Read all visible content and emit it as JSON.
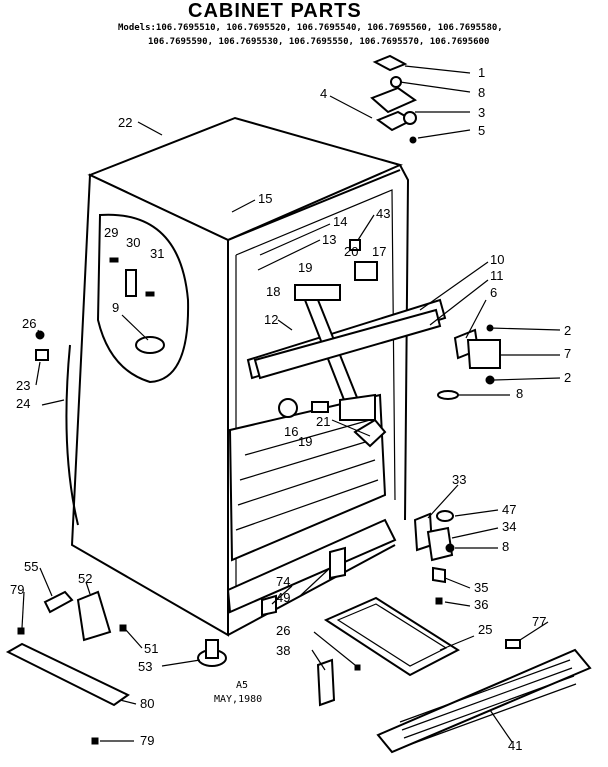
{
  "title": "CABINET PARTS",
  "models_line_1": "Models:106.7695510, 106.7695520, 106.7695540, 106.7695560, 106.7695580,",
  "models_line_2": "106.7695590, 106.7695530, 106.7695550, 106.7695570, 106.7695600",
  "part_numbers": [
    "1",
    "8",
    "3",
    "5",
    "4",
    "22",
    "15",
    "14",
    "43",
    "29",
    "30",
    "31",
    "13",
    "20",
    "17",
    "19",
    "18",
    "10",
    "11",
    "6",
    "2",
    "26",
    "9",
    "12",
    "7",
    "23",
    "24",
    "16",
    "19",
    "21",
    "33",
    "47",
    "34",
    "8",
    "35",
    "36",
    "55",
    "52",
    "79",
    "51",
    "53",
    "74",
    "49",
    "25",
    "77",
    "26",
    "38",
    "80",
    "79",
    "41",
    "8",
    "2"
  ],
  "stamp_line_1": "A5",
  "stamp_line_2": "MAY,1980"
}
